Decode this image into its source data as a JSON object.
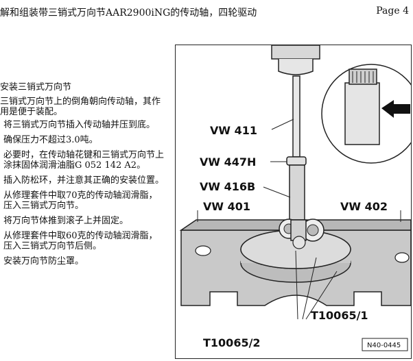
{
  "header": {
    "title": "解和组装带三销式万向节AAR2900iNG的传动轴，四轮驱动",
    "page": "Page 4"
  },
  "section": {
    "title": "安装三销式万向节",
    "intro": "三销式万向节上的倒角朝向传动轴，其作用是便于装配。",
    "steps": [
      "将三销式万向节插入传动轴并压到底。",
      "确保压力不超过3.0吨。",
      "必要时，在传动轴花键和三销式万向节上涂抹固体润滑油脂G 052 142 A2。",
      "插入防松环，并注意其正确的安装位置。",
      "从修理套件中取70克的传动轴润滑脂，压入三销式万向节。",
      "将万向节体推到滚子上并固定。",
      "从修理套件中取60克的传动轴润滑脂，压入三销式万向节后侧。",
      "安装万向节防尘罩。"
    ]
  },
  "figure": {
    "labels": {
      "vw411": "VW 411",
      "vw447h": "VW 447H",
      "vw416b": "VW 416B",
      "vw401": "VW 401",
      "vw402": "VW 402",
      "t10065_1": "T10065/1",
      "t10065_2": "T10065/2"
    },
    "reference": "N40-0445"
  }
}
